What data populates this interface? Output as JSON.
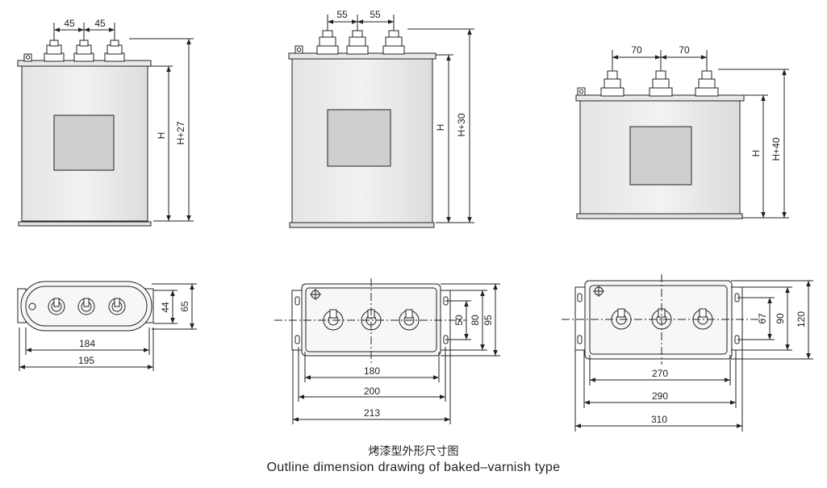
{
  "caption": {
    "chinese": "烤漆型外形尺寸图",
    "english": "Outline dimension drawing of baked–varnish type"
  },
  "front_views": [
    {
      "spacing": [
        "45",
        "45"
      ],
      "height_label": "H",
      "overall_label": "H+27"
    },
    {
      "spacing": [
        "55",
        "55"
      ],
      "height_label": "H",
      "overall_label": "H+30"
    },
    {
      "spacing": [
        "70",
        "70"
      ],
      "height_label": "H",
      "overall_label": "H+40"
    }
  ],
  "top_views": [
    {
      "inner": "44",
      "outer": "65",
      "widths": [
        "184",
        "195"
      ]
    },
    {
      "inner": "50",
      "mid": "80",
      "outer": "95",
      "widths": [
        "180",
        "200",
        "213"
      ]
    },
    {
      "inner": "67",
      "mid": "90",
      "outer": "120",
      "widths": [
        "270",
        "290",
        "310"
      ]
    }
  ]
}
